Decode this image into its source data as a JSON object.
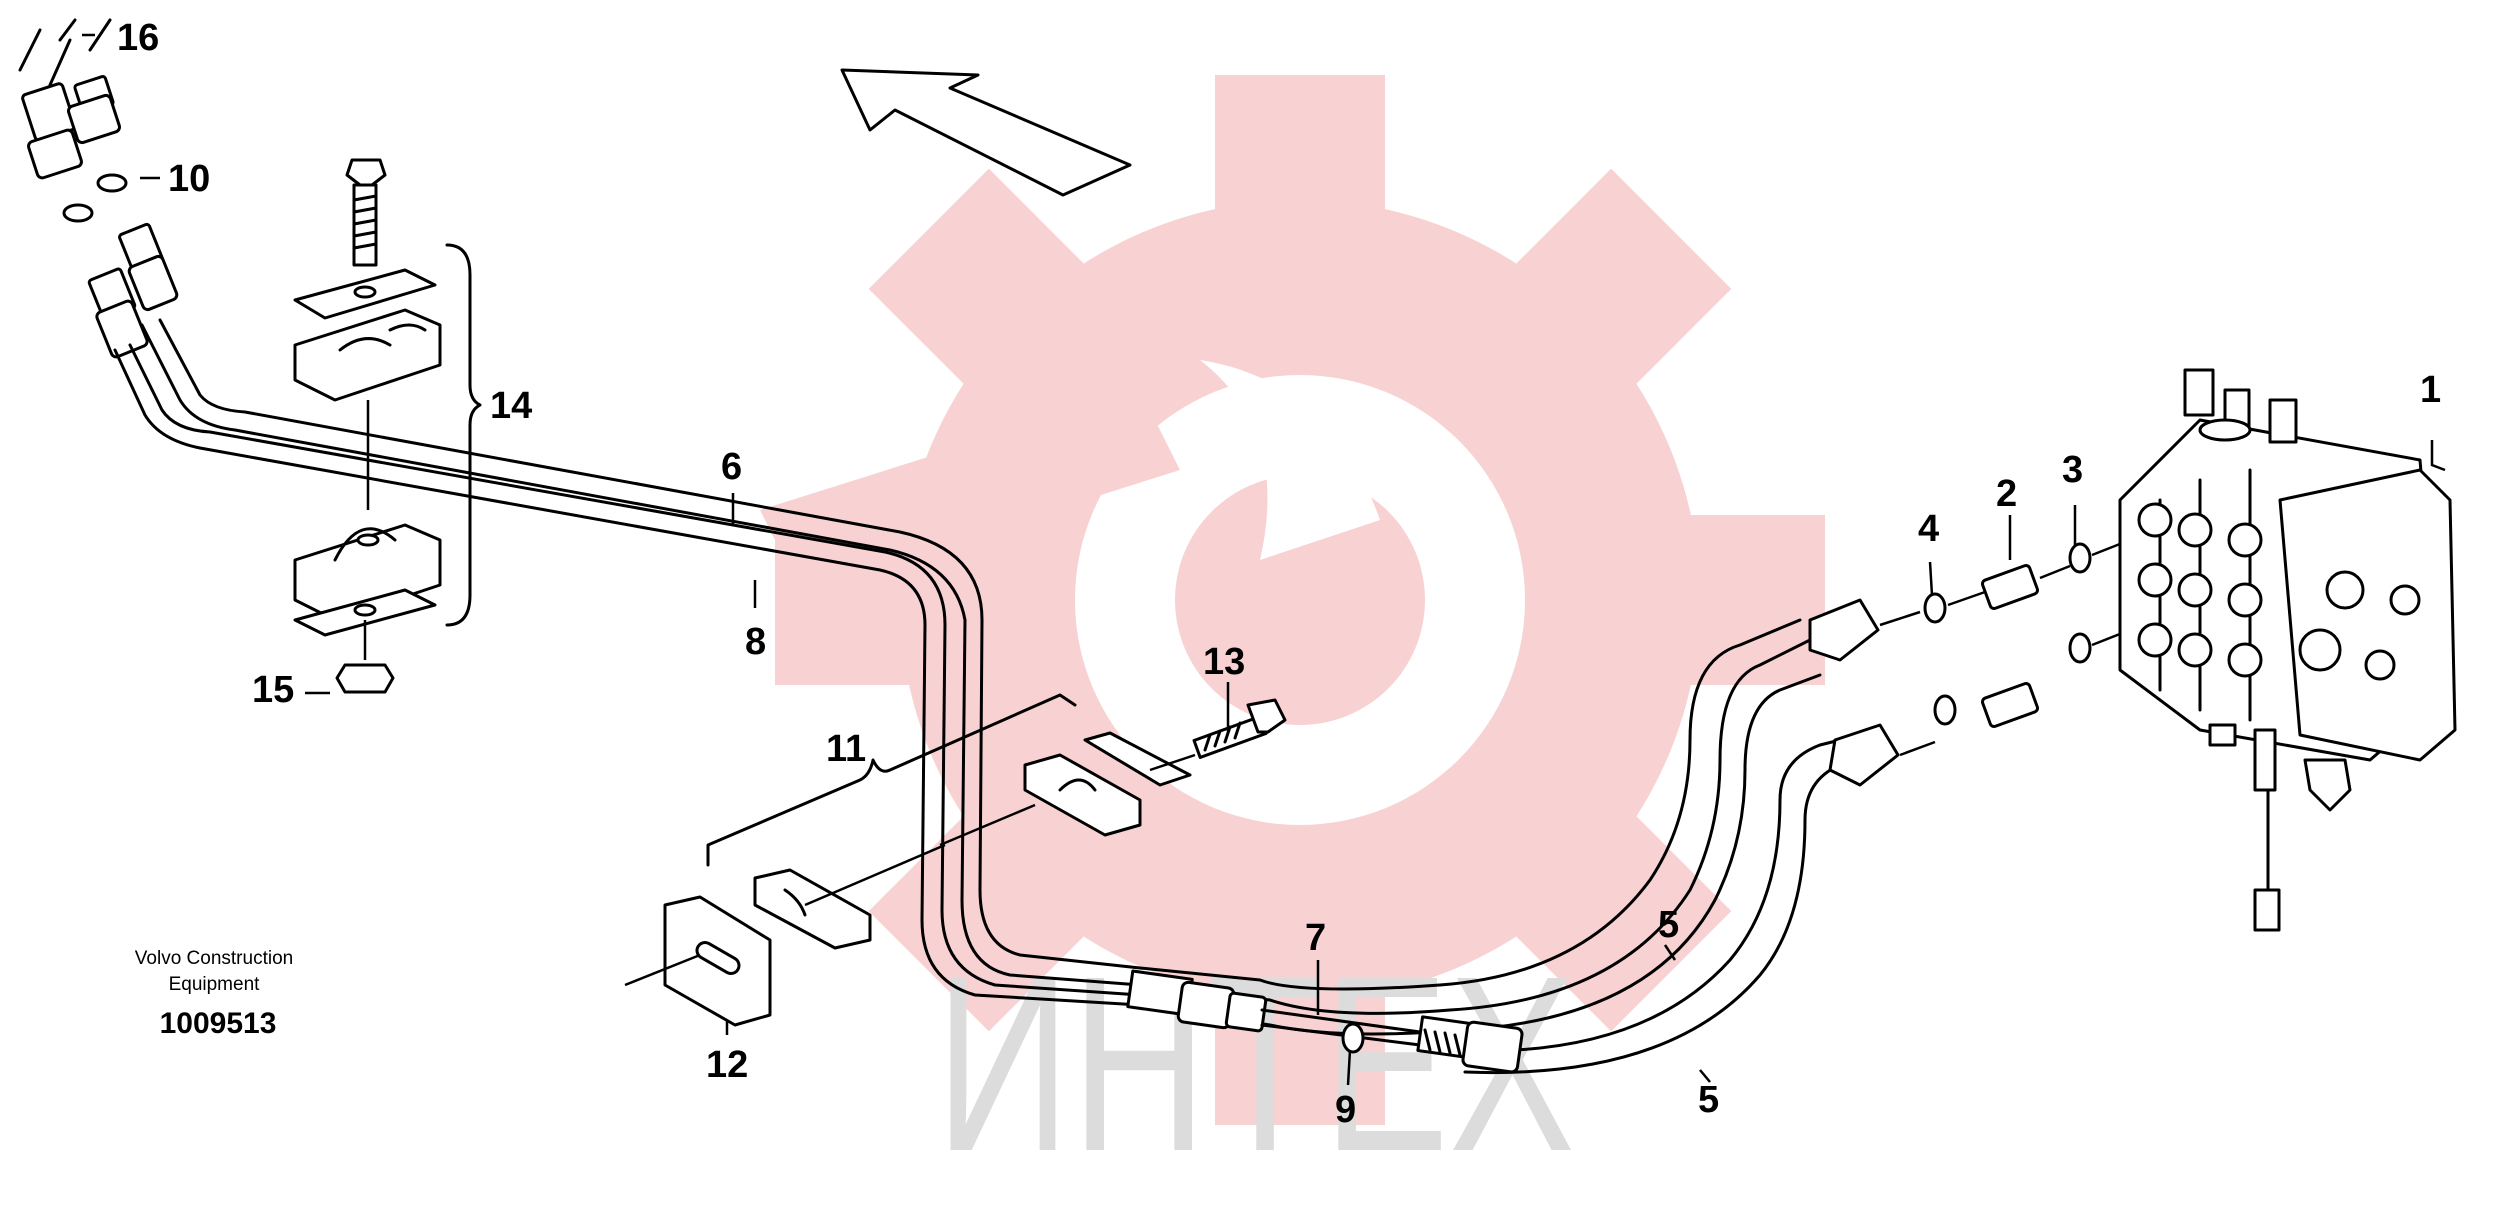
{
  "watermark": {
    "text": "ИНТЕХ",
    "gear_color": "#f8d2d2",
    "text_color": "#dcdcdc"
  },
  "credit": {
    "line1": "Volvo Construction",
    "line2": "Equipment",
    "number": "1009513"
  },
  "callouts": {
    "c1": "1",
    "c2": "2",
    "c3": "3",
    "c4": "4",
    "c5a": "5",
    "c5b": "5",
    "c6": "6",
    "c7": "7",
    "c8": "8",
    "c9": "9",
    "c10": "10",
    "c11": "11",
    "c12": "12",
    "c13": "13",
    "c14": "14",
    "c15": "15",
    "c16": "16"
  }
}
